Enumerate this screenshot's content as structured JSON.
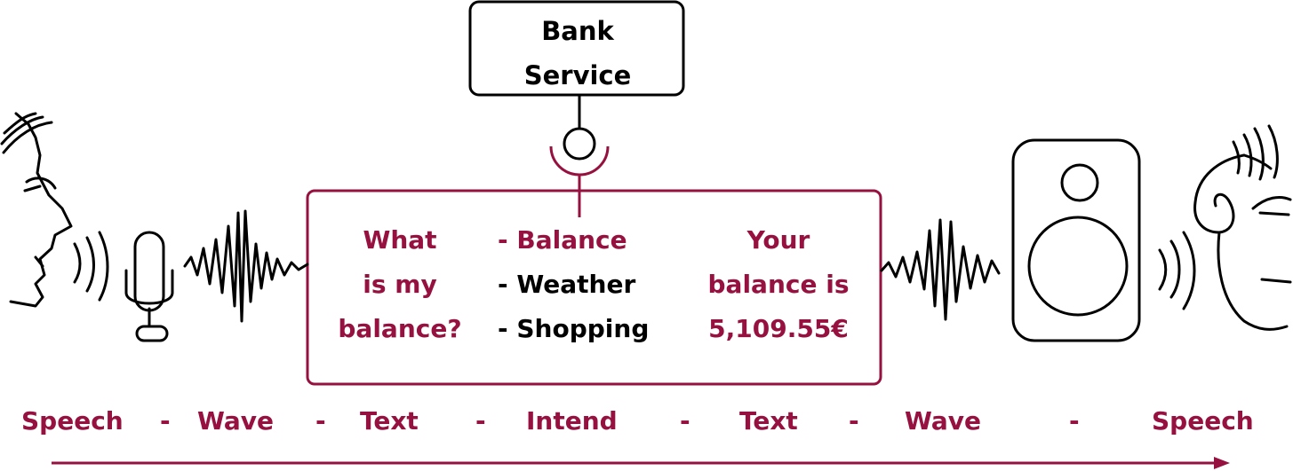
{
  "bank_service": {
    "lines": [
      "Bank",
      "Service"
    ]
  },
  "processing": {
    "question": [
      "What",
      "is my",
      "balance?"
    ],
    "intents": [
      "- Balance",
      "- Weather",
      "- Shopping"
    ],
    "answer": [
      "Your",
      "balance is",
      "5,109.55€"
    ]
  },
  "pipeline": {
    "stages": [
      "Speech",
      "Wave",
      "Text",
      "Intend",
      "Text",
      "Wave",
      "Speech"
    ],
    "separator": "-"
  },
  "colors": {
    "accent": "#96113f",
    "ink": "#000000",
    "background": "#ffffff"
  },
  "icons": [
    "speaking-head-icon",
    "microphone-icon",
    "waveform-left-icon",
    "waveform-right-icon",
    "loudspeaker-icon",
    "listening-head-icon",
    "interface-lollipop-icon",
    "interface-socket-icon"
  ]
}
